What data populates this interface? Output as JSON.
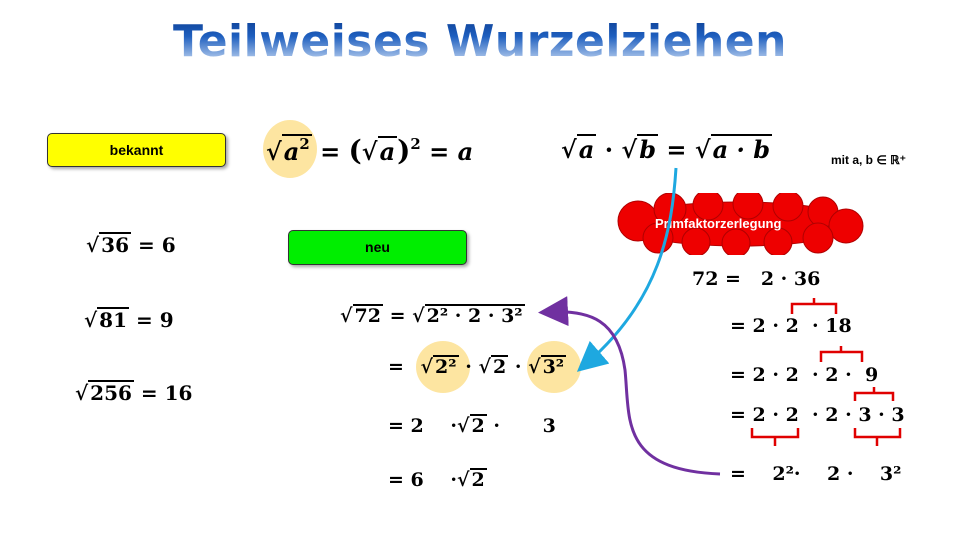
{
  "title": "Teilweises Wurzelziehen",
  "labels": {
    "known": "bekannt",
    "new": "neu",
    "cloud": "Primfaktorzerlegung",
    "domain_note": "mit a, b ∈ ℝ⁺"
  },
  "colors": {
    "known_box": "#ffff00",
    "new_box": "#00ee00",
    "cloud": "#ee0000",
    "highlight": "#fcdc82",
    "arrow_blue": "#1ea8e0",
    "arrow_purple": "#7030a0",
    "bracket": "#e00000"
  },
  "rules": {
    "rule1": {
      "rad_base": "a",
      "rad_exp": "2",
      "eq1": "=",
      "paren_l": "(",
      "inner_rad": "a",
      "paren_r": ")",
      "exp": "2",
      "eq2": "=",
      "result": "a"
    },
    "rule2": {
      "a": "a",
      "dot1": "·",
      "b": "b",
      "eq": "=",
      "ab": "a · b"
    }
  },
  "examples": [
    {
      "radicand": "36",
      "result": "= 6"
    },
    {
      "radicand": "81",
      "result": "= 9"
    },
    {
      "radicand": "256",
      "result": "= 16"
    }
  ],
  "derivation": {
    "line1": {
      "radicand": "72",
      "eq": "=",
      "inner": "2² · 2 · 3²"
    },
    "line2": {
      "eq": "=",
      "r1": "2²",
      "dot1": "·",
      "r2": "2",
      "dot2": "·",
      "r3": "3²"
    },
    "line3": {
      "eq": "= 2",
      "dot1": "·",
      "r": "2",
      "dot2": "·",
      "three": "3"
    },
    "line4": {
      "eq": "= 6",
      "dot": "·",
      "r": "2"
    }
  },
  "factorization": [
    "72 =   2 · 36",
    "= 2 · 2  · 18",
    "= 2 · 2  · 2 ·  9",
    "= 2 · 2  · 2 · 3 · 3",
    "=    2²·    2 ·    3²"
  ]
}
